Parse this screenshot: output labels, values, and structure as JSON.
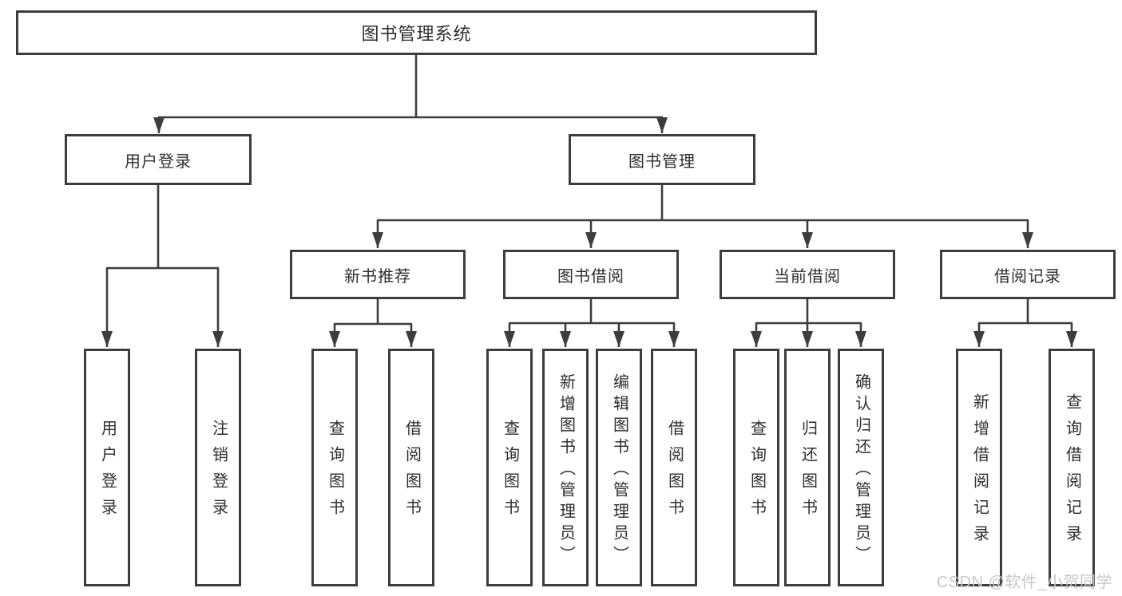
{
  "diagram": {
    "root": {
      "label": "图书管理系统"
    },
    "branches": [
      {
        "label": "用户登录",
        "children": [
          {
            "label": "用户登录"
          },
          {
            "label": "注销登录"
          }
        ]
      },
      {
        "label": "图书管理",
        "children": [
          {
            "label": "新书推荐",
            "children": [
              {
                "label": "查询图书"
              },
              {
                "label": "借阅图书"
              }
            ]
          },
          {
            "label": "图书借阅",
            "children": [
              {
                "label": "查询图书"
              },
              {
                "label": "新增图书（管理员）"
              },
              {
                "label": "编辑图书（管理员）"
              },
              {
                "label": "借阅图书"
              }
            ]
          },
          {
            "label": "当前借阅",
            "children": [
              {
                "label": "查询图书"
              },
              {
                "label": "归还图书"
              },
              {
                "label": "确认归还（管理员）"
              }
            ]
          },
          {
            "label": "借阅记录",
            "children": [
              {
                "label": "新增借阅记录"
              },
              {
                "label": "查询借阅记录"
              }
            ]
          }
        ]
      }
    ]
  },
  "watermark": {
    "text": "CSDN @软件_小贺同学"
  },
  "colors": {
    "line": "#3d3d3d",
    "text": "#2e2e2e",
    "watermark": "#c8c8c8",
    "background": "#ffffff"
  }
}
